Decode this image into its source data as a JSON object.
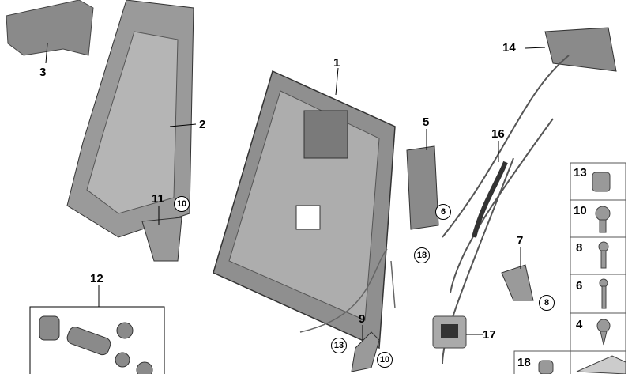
{
  "diagram": {
    "callouts": [
      "1",
      "2",
      "3",
      "5",
      "7",
      "9",
      "11",
      "12",
      "14",
      "16",
      "17"
    ],
    "circled_refs": {
      "c10a": "10",
      "c6": "6",
      "c18": "18",
      "c8": "8",
      "c13": "13",
      "c10b": "10"
    },
    "legend": {
      "items": [
        "13",
        "10",
        "8",
        "6",
        "4"
      ],
      "bottom_item": "18"
    }
  }
}
